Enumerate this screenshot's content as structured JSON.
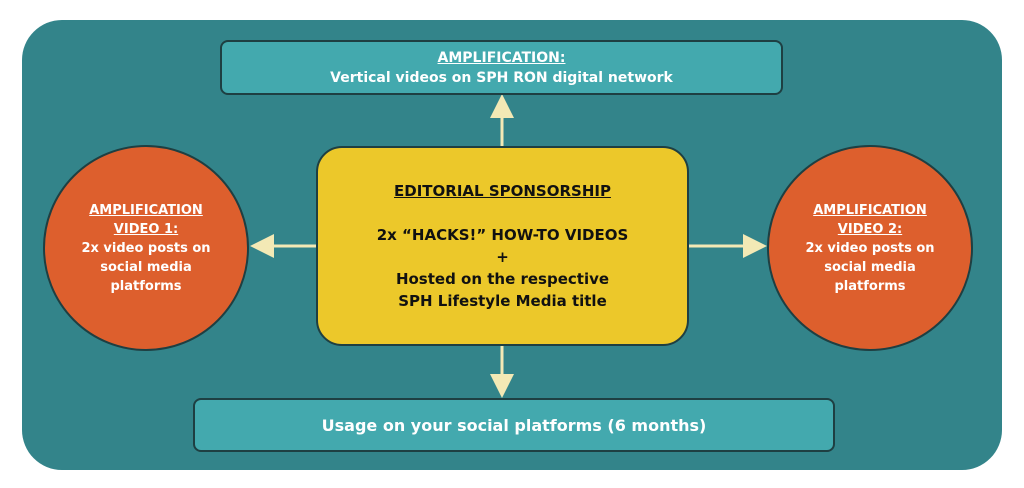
{
  "top_box": {
    "title": "AMPLIFICATION:",
    "text": "Vertical videos on SPH RON digital network"
  },
  "center_box": {
    "title": "EDITORIAL SPONSORSHIP",
    "line1": "2x “HACKS!” HOW-TO VIDEOS",
    "plus": "+",
    "line2": "Hosted on the respective",
    "line3": "SPH Lifestyle Media title"
  },
  "left_circle": {
    "title1": "AMPLIFICATION",
    "title2": "VIDEO 1:",
    "line1": "2x video posts on",
    "line2": "social media",
    "line3": "platforms"
  },
  "right_circle": {
    "title1": "AMPLIFICATION",
    "title2": "VIDEO 2:",
    "line1": "2x video posts on",
    "line2": "social media",
    "line3": "platforms"
  },
  "bottom_box": {
    "text": "Usage on your social platforms (6 months)"
  },
  "colors": {
    "panel": "#33848a",
    "teal_box": "#43a9ae",
    "yellow": "#ecc82a",
    "orange": "#dd5f2d",
    "arrow": "#f3e9b5"
  }
}
